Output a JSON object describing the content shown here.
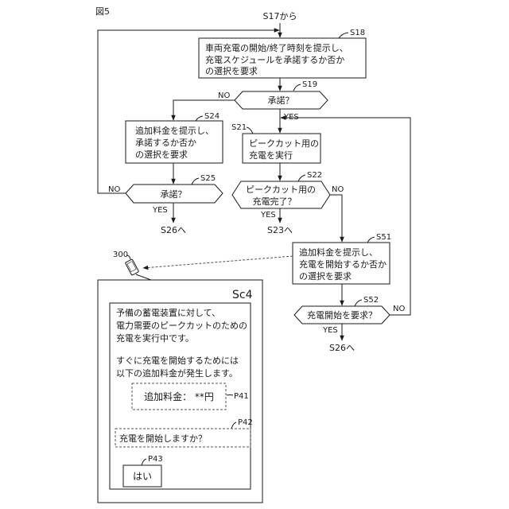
{
  "figure_label": "図5",
  "start": "S17から",
  "s18": {
    "label": "S18",
    "lines": [
      "車両充電の開始/終了時刻を提示し、",
      "充電スケジュールを承諾するか否か",
      "の選択を要求"
    ]
  },
  "s19": {
    "label": "S19",
    "text": "承諾？",
    "no": "NO",
    "yes": "YES"
  },
  "s24": {
    "label": "S24",
    "lines": [
      "追加料金を提示し、",
      "承諾するか否か",
      "の選択を要求"
    ]
  },
  "s21": {
    "label": "S21",
    "lines": [
      "ピークカット用の",
      "充電を実行"
    ]
  },
  "s25": {
    "label": "S25",
    "text": "承諾？",
    "no": "NO",
    "yes": "YES",
    "next": "S26へ"
  },
  "s22": {
    "label": "S22",
    "lines": [
      "ピークカット用の",
      "充電完了？"
    ],
    "no": "NO",
    "yes": "YES",
    "next": "S23へ"
  },
  "s51": {
    "label": "S51",
    "lines": [
      "追加料金を提示し、",
      "充電を開始するか否か",
      "の選択を要求"
    ]
  },
  "s52": {
    "label": "S52",
    "text": "充電開始を要求？",
    "no": "NO",
    "yes": "YES",
    "next": "S26へ"
  },
  "terminal": {
    "label": "300"
  },
  "screen": {
    "label": "Sc4",
    "message_lines": [
      "予備の蓄電装置に対して、",
      "電力需要のピークカットのための",
      "充電を実行中です。",
      "すぐに充電を開始するためには",
      "以下の追加料金が発生します。"
    ],
    "p41": {
      "label": "P41",
      "text": "追加料金： **円"
    },
    "p42": {
      "label": "P42",
      "text": "充電を開始しますか？"
    },
    "p43": {
      "label": "P43",
      "text": "はい"
    }
  }
}
